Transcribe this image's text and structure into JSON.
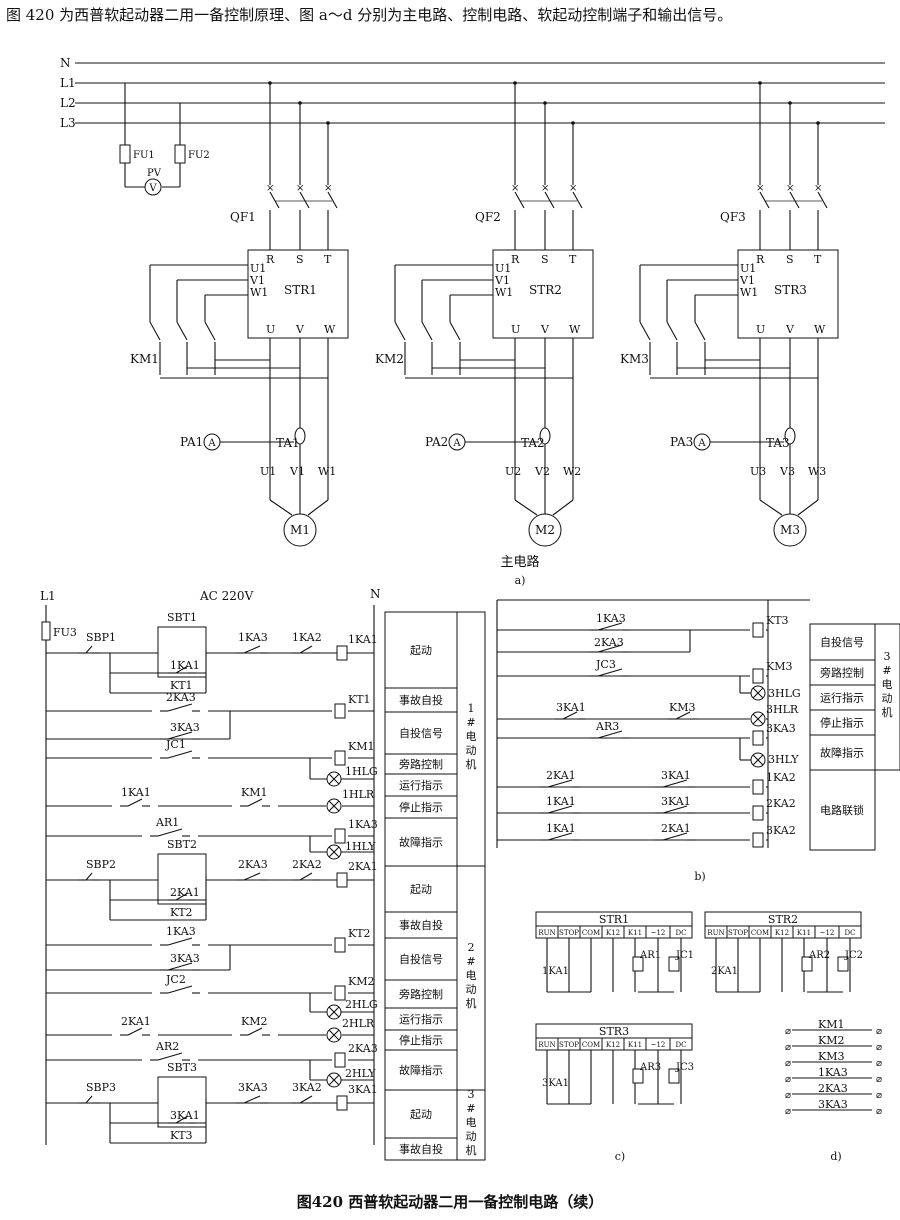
{
  "header": {
    "description": "图 420 为西普软起动器二用一备控制原理、图 a～d 分别为主电路、控制电路、软起动控制端子和输出信号。"
  },
  "caption": "图420   西普软起动器二用一备控制电路（续）",
  "main_circuit": {
    "buses": [
      "N",
      "L1",
      "L2",
      "L3"
    ],
    "fuses": [
      "FU1",
      "FU2"
    ],
    "voltmeter": "PV",
    "voltmeter_symbol": "V",
    "units": [
      {
        "breaker": "QF1",
        "starter": "STR1",
        "contactor": "KM1",
        "ammeter": "PA1",
        "ct": "TA1",
        "motor": "M1",
        "outputs": [
          "U1",
          "V1",
          "W1"
        ]
      },
      {
        "breaker": "QF2",
        "starter": "STR2",
        "contactor": "KM2",
        "ammeter": "PA2",
        "ct": "TA2",
        "motor": "M2",
        "outputs": [
          "U2",
          "V2",
          "W2"
        ]
      },
      {
        "breaker": "QF3",
        "starter": "STR3",
        "contactor": "KM3",
        "ammeter": "PA3",
        "ct": "TA3",
        "motor": "M3",
        "outputs": [
          "U3",
          "V3",
          "W3"
        ]
      }
    ],
    "starter_inputs": [
      "R",
      "S",
      "T"
    ],
    "starter_bypass": [
      "U1",
      "V1",
      "W1"
    ],
    "starter_outputs": [
      "U",
      "V",
      "W"
    ],
    "ammeter_symbol": "A",
    "label": "主电路",
    "sublabel": "a)"
  },
  "control_circuit": {
    "source": "L1",
    "voltage": "AC 220V",
    "neutral": "N",
    "fuse": "FU3",
    "rung_labels": {
      "sbp1": "SBP1",
      "sbt1": "SBT1",
      "k1a": "1KA3",
      "k1b": "1KA2",
      "k1coil": "1KA1",
      "k1self": "1KA1",
      "kt1c": "KT1",
      "r2": "2KA3",
      "kt1": "KT1",
      "r3": "3KA3",
      "jc1": "JC1",
      "km1": "KM1",
      "hlg1": "1HLG",
      "r5a": "1KA1",
      "r5b": "KM1",
      "hlr1": "1HLR",
      "ar1": "AR1",
      "k1out": "1KA3",
      "hly1": "1HLY",
      "sbp2": "SBP2",
      "sbt2": "SBT2",
      "k2a": "2KA3",
      "k2b": "2KA2",
      "k2coil": "2KA1",
      "k2self": "2KA1",
      "kt2c": "KT2",
      "r12": "1KA3",
      "kt2": "KT2",
      "r13": "3KA3",
      "jc2": "JC2",
      "km2": "KM2",
      "hlg2": "2HLG",
      "r15a": "2KA1",
      "r15b": "KM2",
      "hlr2": "2HLR",
      "ar2": "AR2",
      "k2out": "2KA3",
      "hly2": "2HLY",
      "sbp3": "SBP3",
      "sbt3": "SBT3",
      "k3a": "3KA3",
      "k3b": "3KA2",
      "k3coil": "3KA1",
      "k3self": "3KA1",
      "kt3c": "KT3"
    },
    "functions": [
      {
        "group": "1#电动机",
        "items": [
          "起动",
          "事故自投",
          "自投信号",
          "旁路控制",
          "运行指示",
          "停止指示",
          "故障指示"
        ]
      },
      {
        "group": "2#电动机",
        "items": [
          "起动",
          "事故自投",
          "自投信号",
          "旁路控制",
          "运行指示",
          "停止指示",
          "故障指示"
        ]
      },
      {
        "group": "3#电动机",
        "items": [
          "起动",
          "事故自投"
        ]
      }
    ]
  },
  "panel_b": {
    "rung_labels": {
      "r1": "1KA3",
      "kt3": "KT3",
      "r2": "2KA3",
      "jc3": "JC3",
      "km3": "KM3",
      "hlg3": "3HLG",
      "r4a": "3KA1",
      "r4b": "KM3",
      "hlr3": "3HLR",
      "ar3": "AR3",
      "k3out": "3KA3",
      "hly3": "3HLY",
      "r7a": "2KA1",
      "r7b": "3KA1",
      "c7": "1KA2",
      "r8a": "1KA1",
      "r8b": "3KA1",
      "c8": "2KA2",
      "r9a": "1KA1",
      "r9b": "2KA1",
      "c9": "3KA2"
    },
    "group": "3#电动机",
    "functions": [
      "自投信号",
      "旁路控制",
      "运行指示",
      "停止指示",
      "故障指示",
      "电路联锁"
    ],
    "sublabel": "b)"
  },
  "panel_c": {
    "terminals": [
      "RUN",
      "STOP",
      "COM",
      "K12",
      "K11",
      "~12",
      "DC"
    ],
    "blocks": [
      {
        "title": "STR1",
        "contact": "1KA1",
        "relay": "AR1",
        "jc": "JC1"
      },
      {
        "title": "STR2",
        "contact": "2KA1",
        "relay": "AR2",
        "jc": "JC2"
      },
      {
        "title": "STR3",
        "contact": "3KA1",
        "relay": "AR3",
        "jc": "JC3"
      }
    ],
    "sublabel": "c)"
  },
  "panel_d": {
    "outputs": [
      "KM1",
      "KM2",
      "KM3",
      "1KA3",
      "2KA3",
      "3KA3"
    ],
    "sublabel": "d)"
  }
}
